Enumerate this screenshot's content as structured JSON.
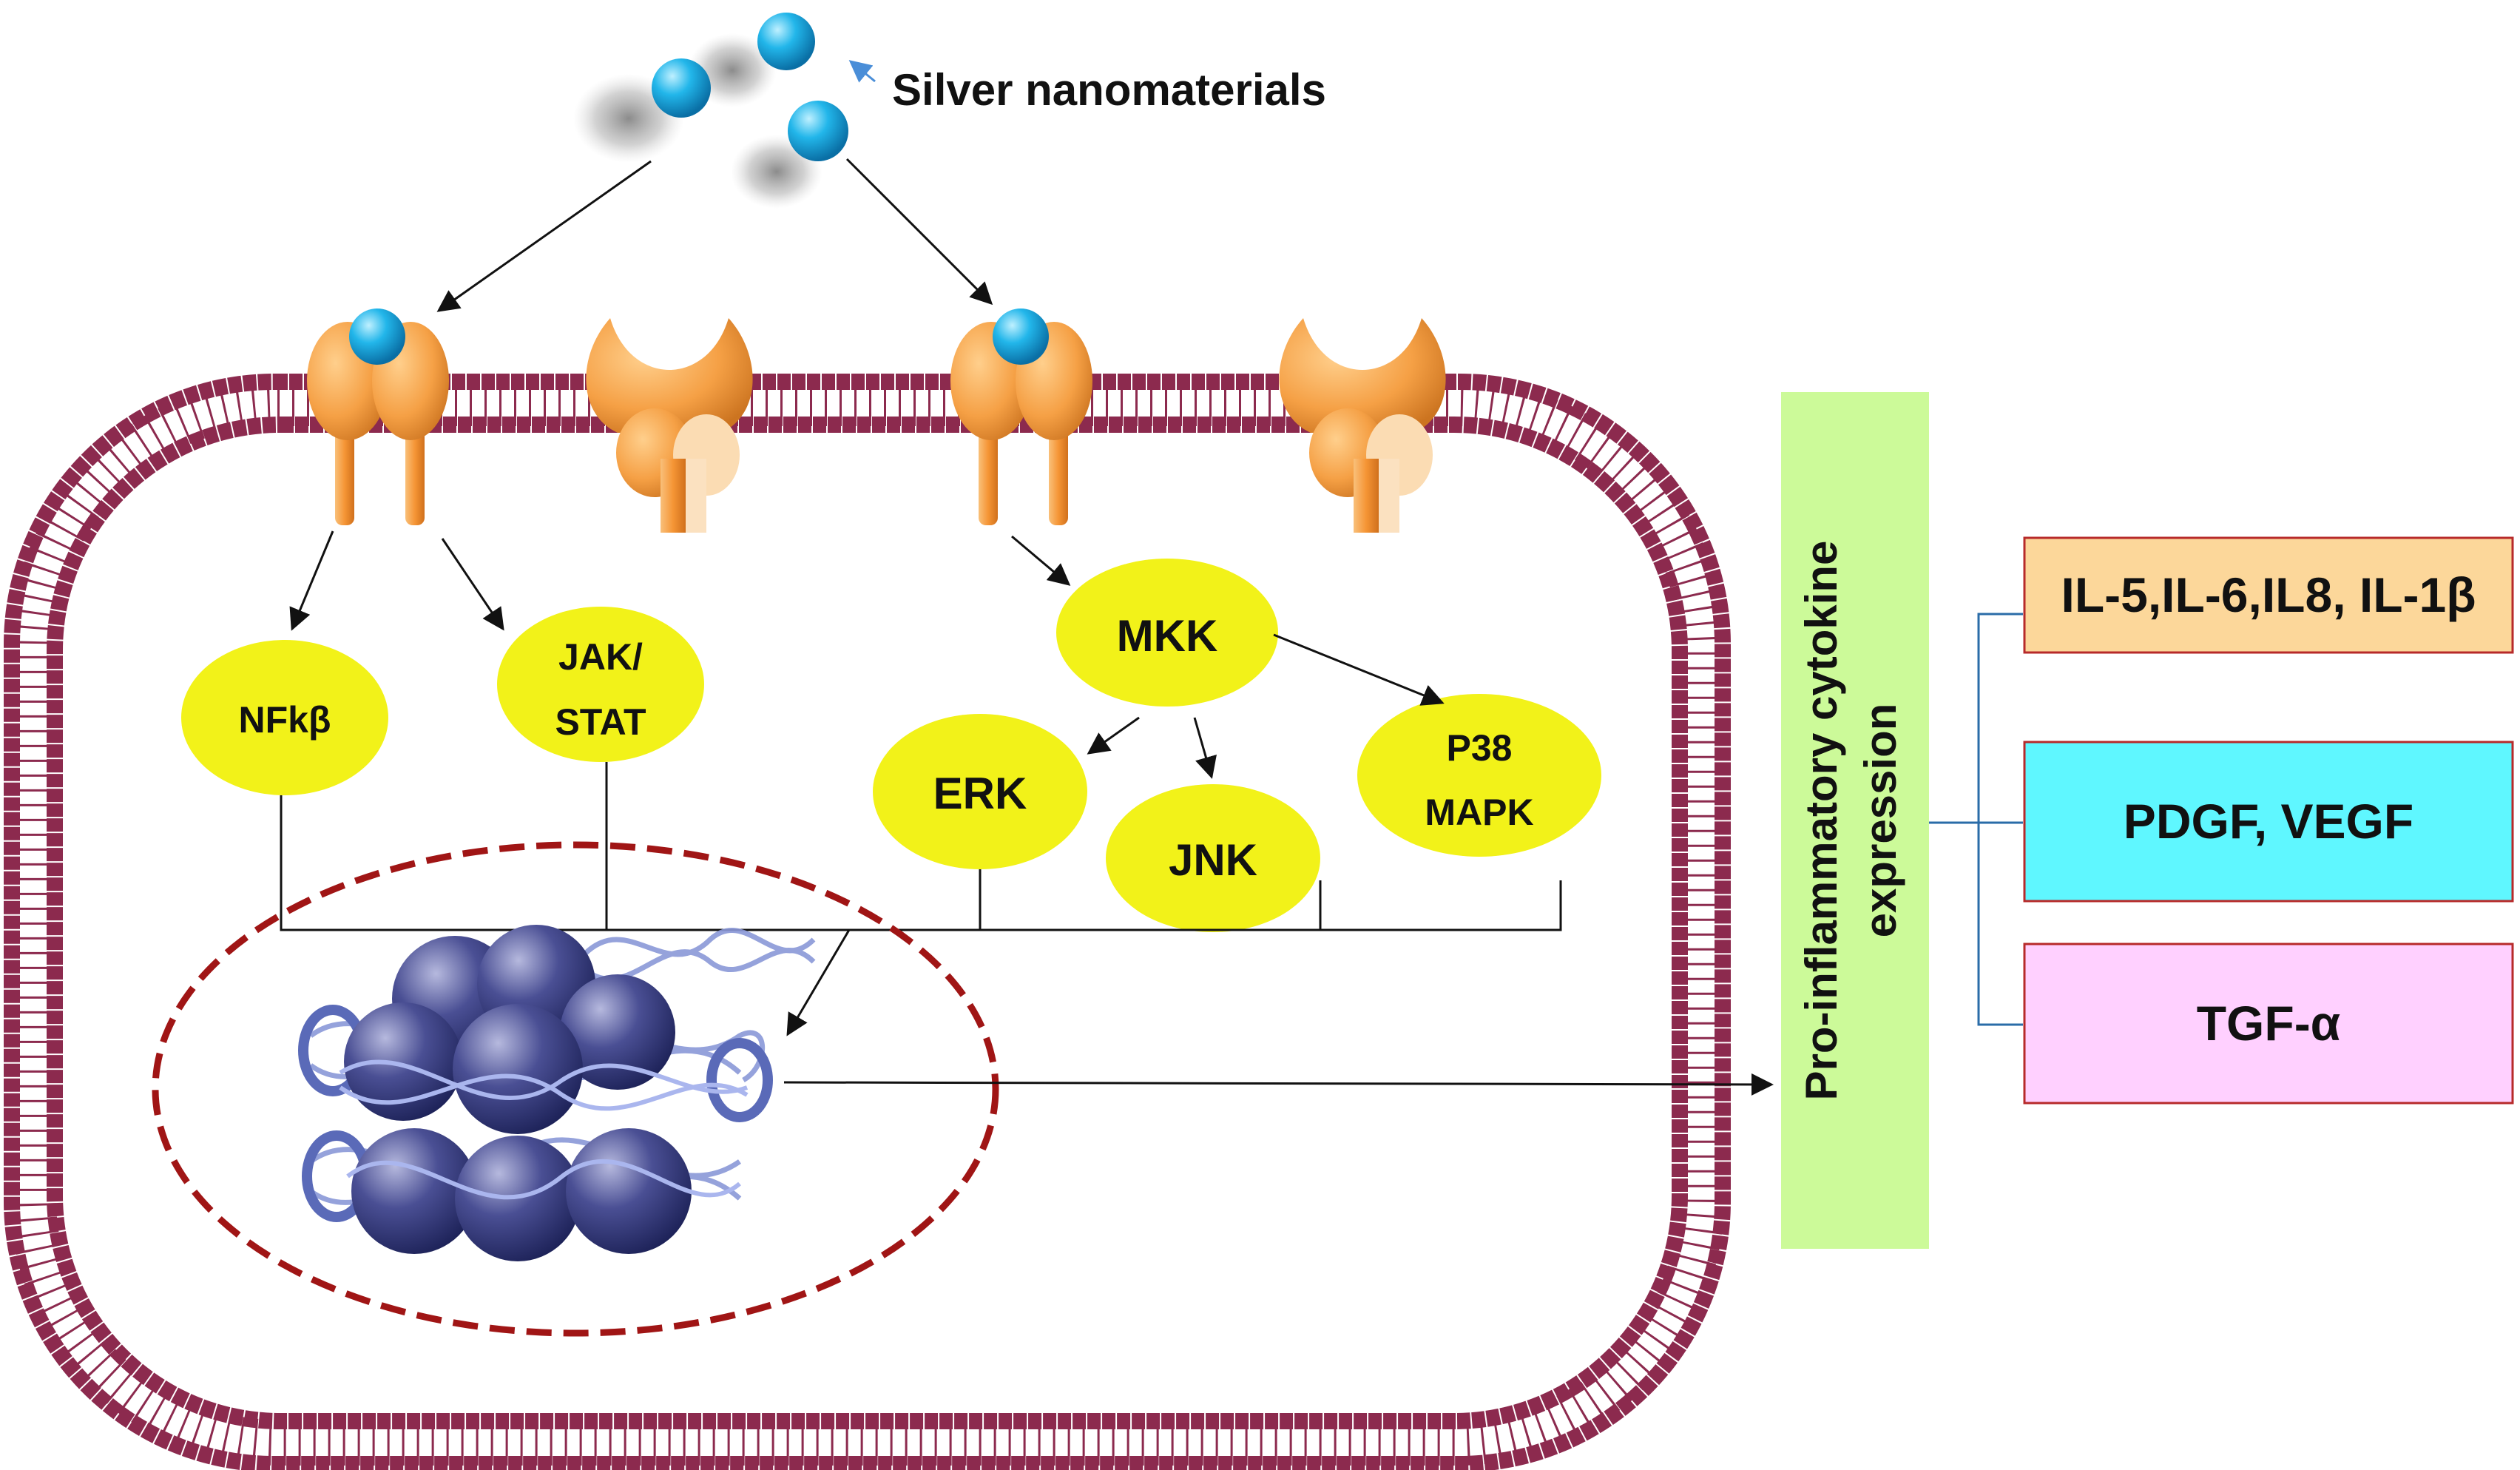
{
  "title_label": "Silver nanomaterials",
  "nodes": {
    "nfkb": "NFkβ",
    "jak_line1": "JAK/",
    "jak_line2": "STAT",
    "mkk": "MKK",
    "erk": "ERK",
    "jnk": "JNK",
    "p38_line1": "P38",
    "p38_line2": "MAPK"
  },
  "expression_box": {
    "line1": "Pro-inflammatory cytokine",
    "line2": "expression"
  },
  "outputs": [
    {
      "label": "IL-5,IL-6,IL8, IL-1β",
      "color": "#fcd79a"
    },
    {
      "label": "PDGF, VEGF",
      "color": "#5ff7ff"
    },
    {
      "label": "TGF-α",
      "color": "#ffd0ff"
    }
  ],
  "colors": {
    "node_fill": "#f2f219",
    "expression_fill": "#ccfa99",
    "membrane": "#8c2a4e",
    "nucleus_border": "#a01515",
    "receptor": "#f5a045",
    "nanoparticle": "#1cb4e8",
    "bracket": "#2a6ca8",
    "arrow": "#111111"
  }
}
